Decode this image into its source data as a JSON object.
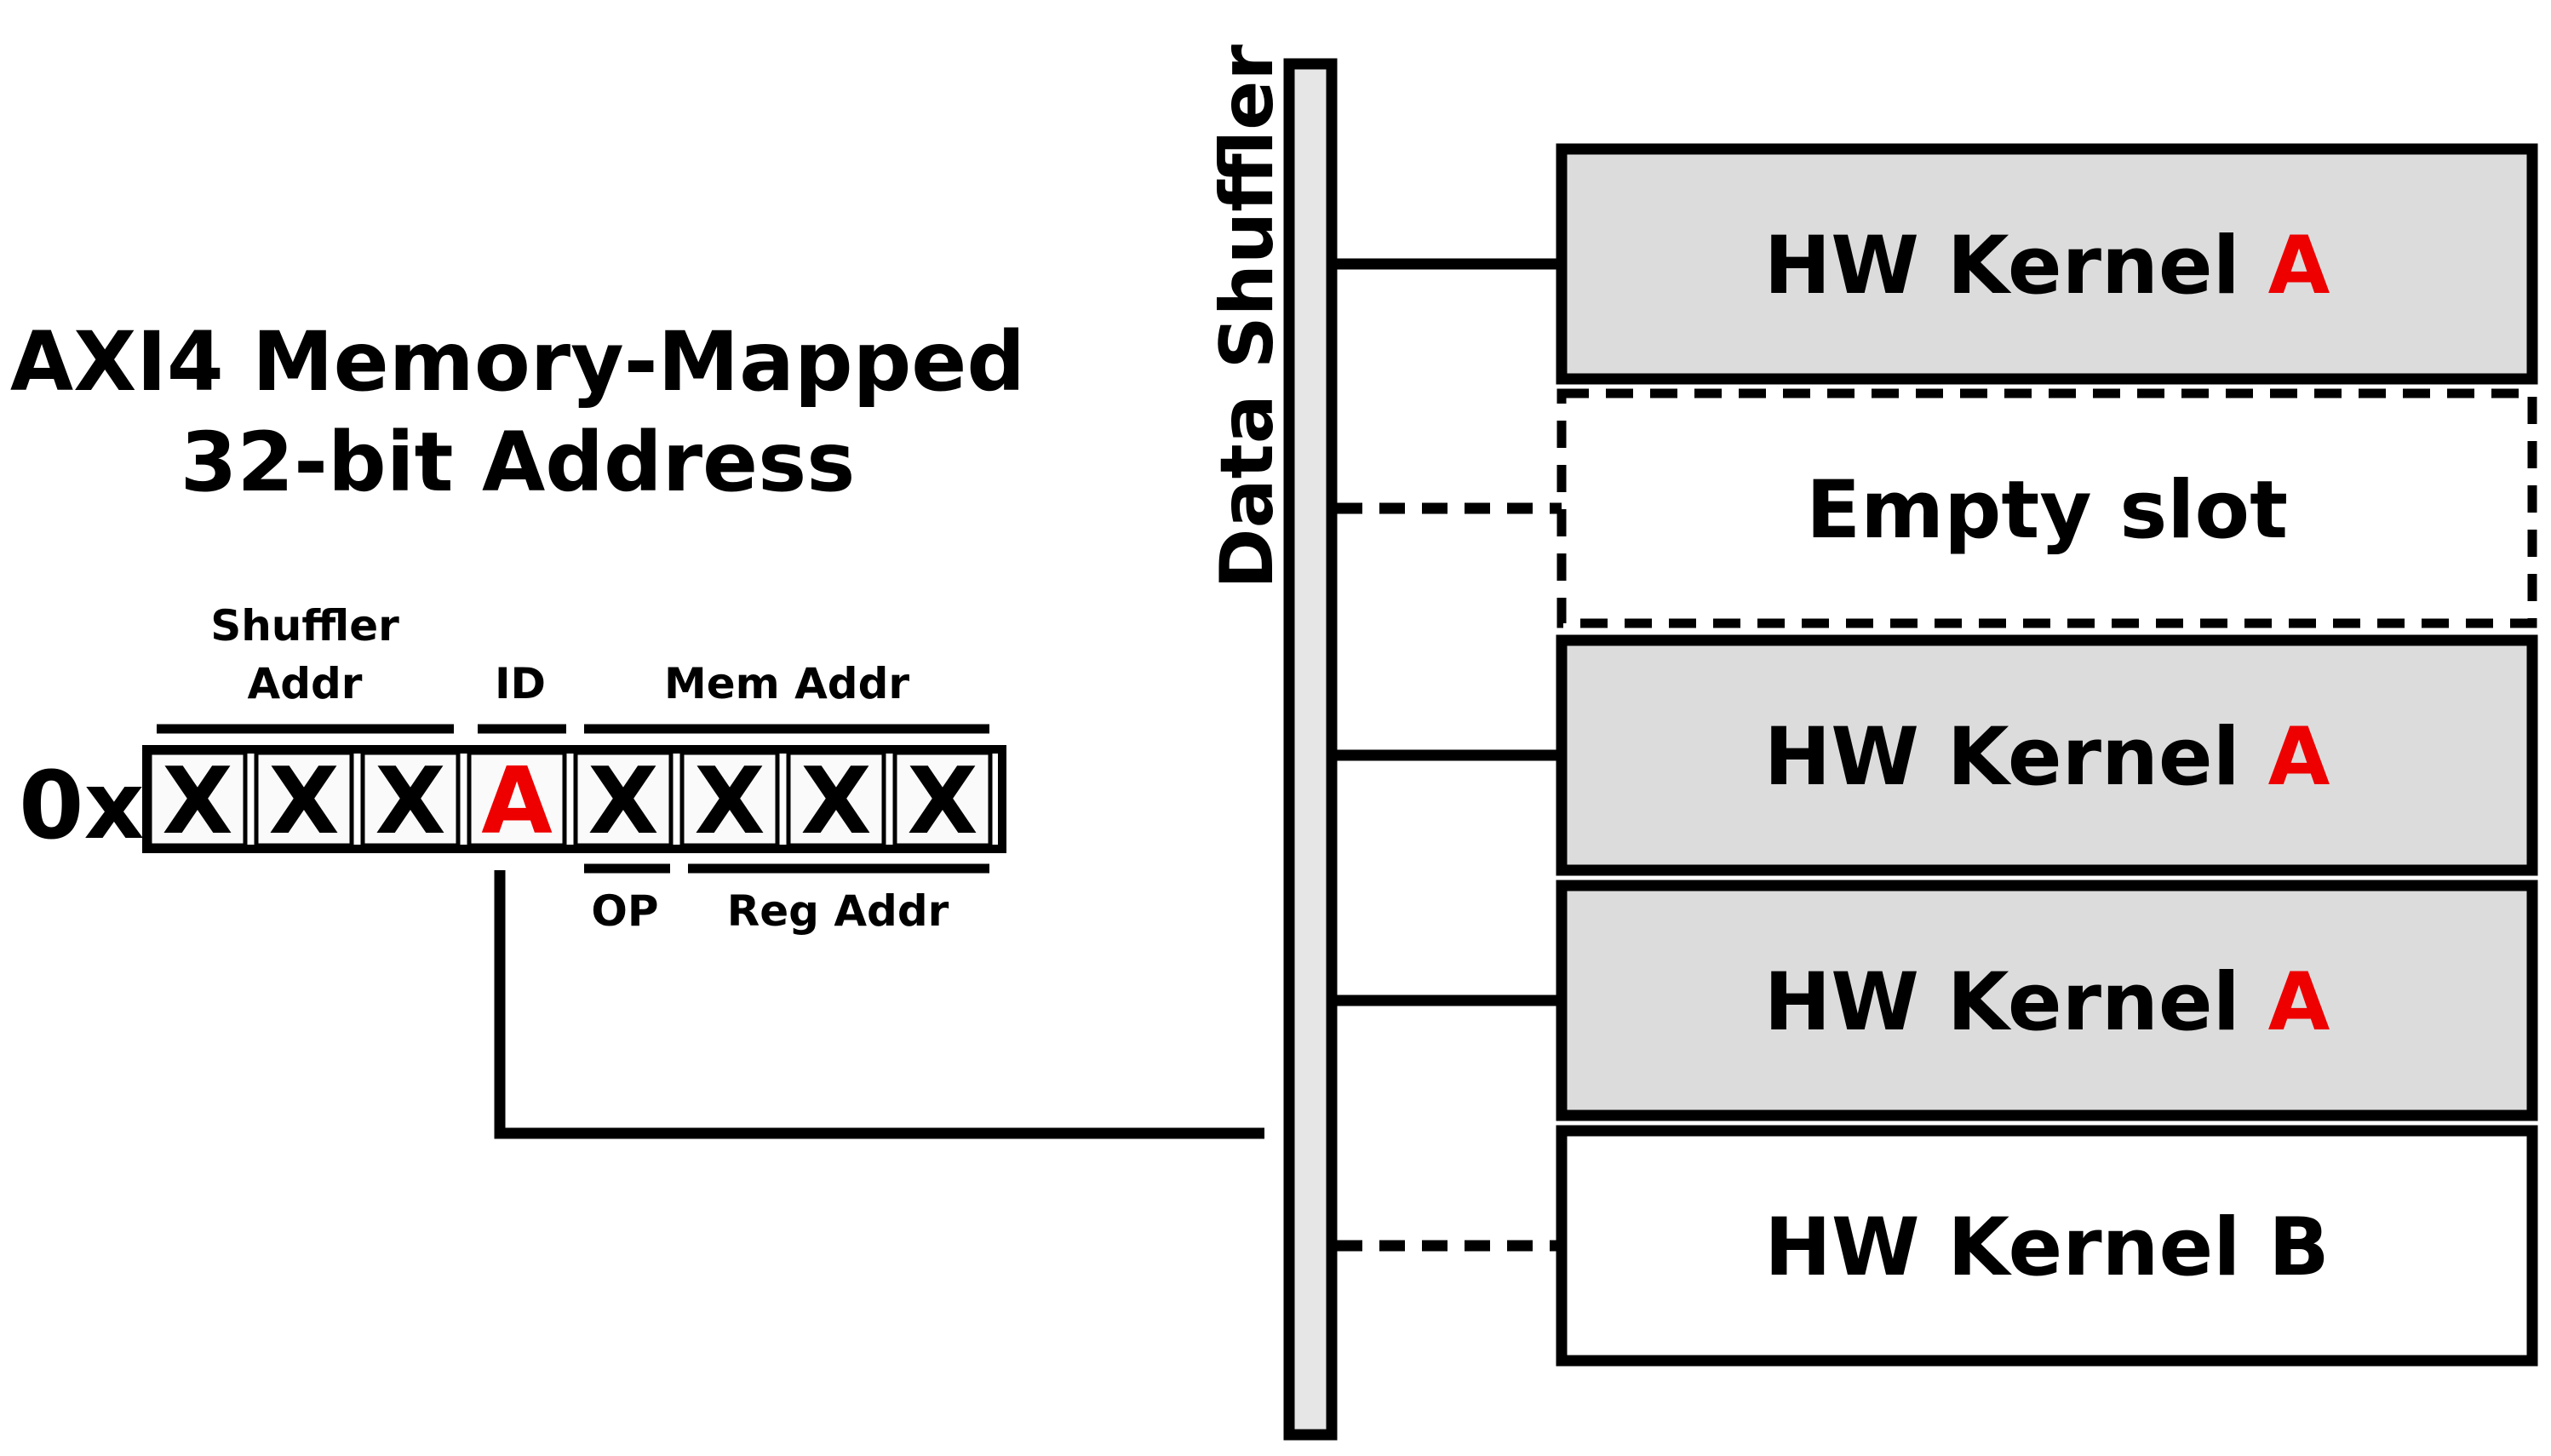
{
  "colors": {
    "ink": "#000000",
    "highlight": "#ee0000",
    "kernel_fill": "#dcdcdc",
    "empty_fill": "#ffffff",
    "shuffler_fill": "#e6e6e6"
  },
  "title": {
    "line1": "AXI4 Memory-Mapped",
    "line2": "32-bit Address"
  },
  "address": {
    "prefix": "0x",
    "nibbles": [
      {
        "char": "X",
        "highlight": false
      },
      {
        "char": "X",
        "highlight": false
      },
      {
        "char": "X",
        "highlight": false
      },
      {
        "char": "A",
        "highlight": true
      },
      {
        "char": "X",
        "highlight": false
      },
      {
        "char": "X",
        "highlight": false
      },
      {
        "char": "X",
        "highlight": false
      },
      {
        "char": "X",
        "highlight": false
      }
    ],
    "upper_fields": [
      {
        "line1": "Shuffler",
        "line2": "Addr"
      },
      {
        "line1": "",
        "line2": "ID"
      },
      {
        "line1": "",
        "line2": "Mem Addr"
      }
    ],
    "lower_fields": [
      {
        "label": "OP"
      },
      {
        "label": "Reg Addr"
      }
    ]
  },
  "shuffler": {
    "label": "Data Shuffler"
  },
  "slots": [
    {
      "prefix": "HW Kernel ",
      "suffix": "A",
      "suffix_highlight": true,
      "style": "filled",
      "connection": "solid"
    },
    {
      "prefix": "Empty slot",
      "suffix": "",
      "suffix_highlight": false,
      "style": "empty",
      "connection": "dashed"
    },
    {
      "prefix": "HW Kernel ",
      "suffix": "A",
      "suffix_highlight": true,
      "style": "filled",
      "connection": "solid"
    },
    {
      "prefix": "HW Kernel ",
      "suffix": "A",
      "suffix_highlight": true,
      "style": "filled",
      "connection": "solid"
    },
    {
      "prefix": "HW Kernel ",
      "suffix": "B",
      "suffix_highlight": false,
      "style": "plain",
      "connection": "dashed"
    }
  ]
}
